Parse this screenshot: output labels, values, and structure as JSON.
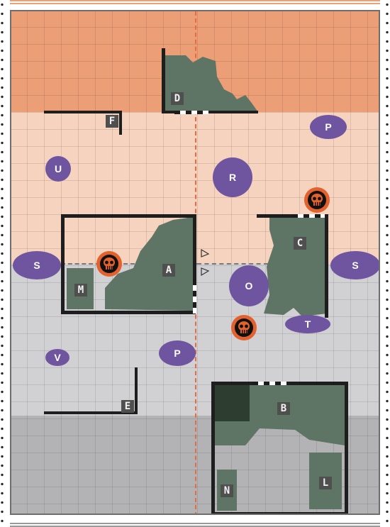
{
  "colors": {
    "zone_orange": "#ec9e76",
    "zone_peach": "#f5d3bf",
    "zone_light_grey": "#d1d1d4",
    "zone_dark_grey": "#b3b3b6",
    "ruin": "#5e7464",
    "ruin_dark": "#2d3e30",
    "objective": "#6f55a0",
    "skull_ring": "#e2612e",
    "centre_line": "#e86a3e"
  },
  "terrain_labels": {
    "a": "A",
    "b": "B",
    "c": "C",
    "d": "D",
    "e": "E",
    "f": "F",
    "l": "L",
    "m": "M",
    "n": "N"
  },
  "objectives": {
    "p_top": "P",
    "u": "U",
    "r": "R",
    "s_left": "S",
    "s_right": "S",
    "o": "O",
    "t": "T",
    "v": "V",
    "p_bottom": "P"
  },
  "markers": {
    "skull_icon": "skull-icon",
    "arrow_icon": "triangle-arrow-icon",
    "skull_count": 3
  }
}
